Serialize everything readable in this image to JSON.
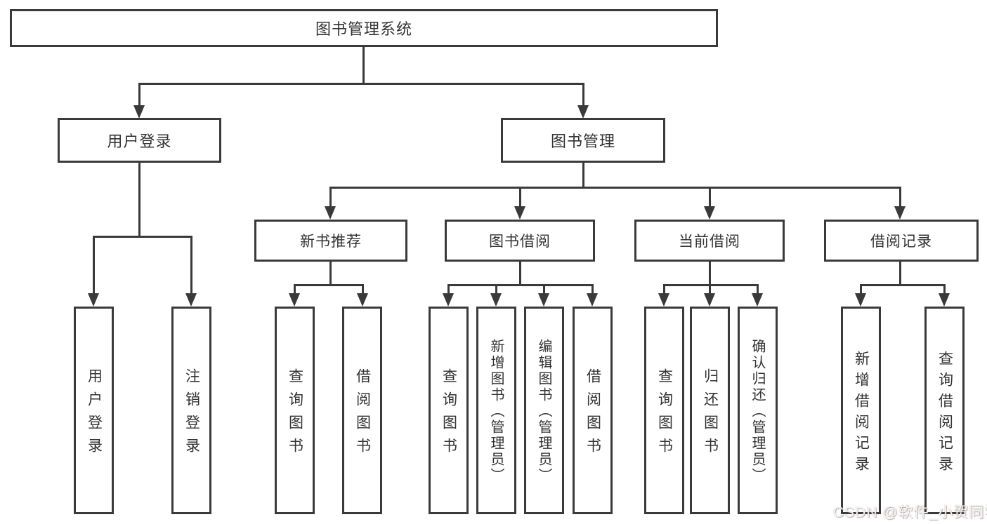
{
  "diagram_title": "图书管理系统",
  "nodes": {
    "root": {
      "label": "图书管理系统"
    },
    "user_login": {
      "label": "用户登录"
    },
    "book_mgmt": {
      "label": "图书管理"
    },
    "new_book": {
      "label": "新书推荐"
    },
    "book_borrow": {
      "label": "图书借阅"
    },
    "current_borrow": {
      "label": "当前借阅"
    },
    "borrow_record": {
      "label": "借阅记录"
    },
    "leaves": {
      "user_login_1": "用户登录",
      "user_login_2": "注销登录",
      "new_book_1": "查询图书",
      "new_book_2": "借阅图书",
      "book_borrow_1": "查询图书",
      "book_borrow_2": "新增图书（管理员）",
      "book_borrow_3": "编辑图书（管理员）",
      "book_borrow_4": "借阅图书",
      "current_borrow_1": "查询图书",
      "current_borrow_2": "归还图书",
      "current_borrow_3": "确认归还（管理员）",
      "borrow_record_1": "新增借阅记录",
      "borrow_record_2": "查询借阅记录"
    }
  },
  "watermark": "CSDN @软件_小贺同学",
  "colors": {
    "line": "#3a3a3a",
    "text": "#333333",
    "background": "#ffffff",
    "watermark": "#f4f2f2"
  }
}
